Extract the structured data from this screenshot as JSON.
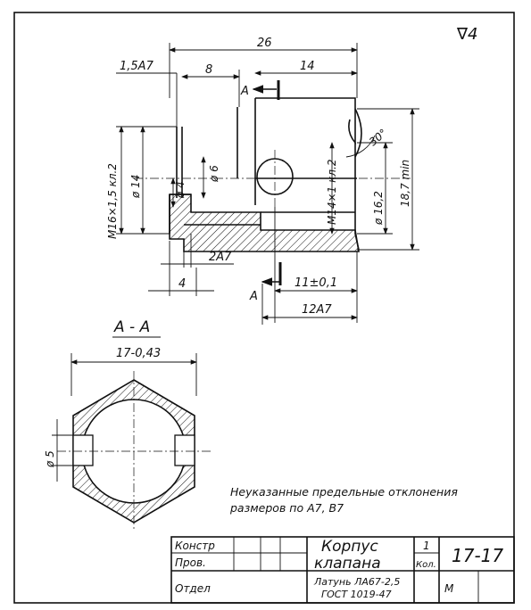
{
  "roughness": "∇4",
  "views": {
    "main": {
      "dims": {
        "overall_length": "26",
        "left_shoulder": "1,5A7",
        "length_8": "8",
        "length_14": "14",
        "thread_left": "M16×1,5 кл.2",
        "dia_14": "ø 14",
        "dia_4": "ø 4",
        "dia_6": "ø 6",
        "thread_right": "M14×1 кл.2",
        "dia_16_2": "ø 16,2",
        "min_18_7": "18,7 min",
        "angle_30": "30°",
        "length_2A7": "2A7",
        "length_4": "4",
        "length_11": "11±0,1",
        "length_12A7": "12A7"
      },
      "section_letter": "A"
    },
    "section": {
      "title": "A - A",
      "width_label": "17-0,43",
      "dia_5": "ø 5"
    }
  },
  "notes": {
    "tolerance_line1": "Неуказанные предельные отклонения",
    "tolerance_line2": "размеров по A7, B7"
  },
  "title_block": {
    "row1_label": "Констр",
    "row2_label": "Пров.",
    "row3_label": "Отдел",
    "part_name_line1": "Корпус",
    "part_name_line2": "клапана",
    "quantity": "1",
    "quantity_label": "Кол.",
    "drawing_number": "17-17",
    "material_line1": "Латунь ЛА67-2,5",
    "material_line2": "ГОСТ 1019-47",
    "scale_mark": "М"
  }
}
